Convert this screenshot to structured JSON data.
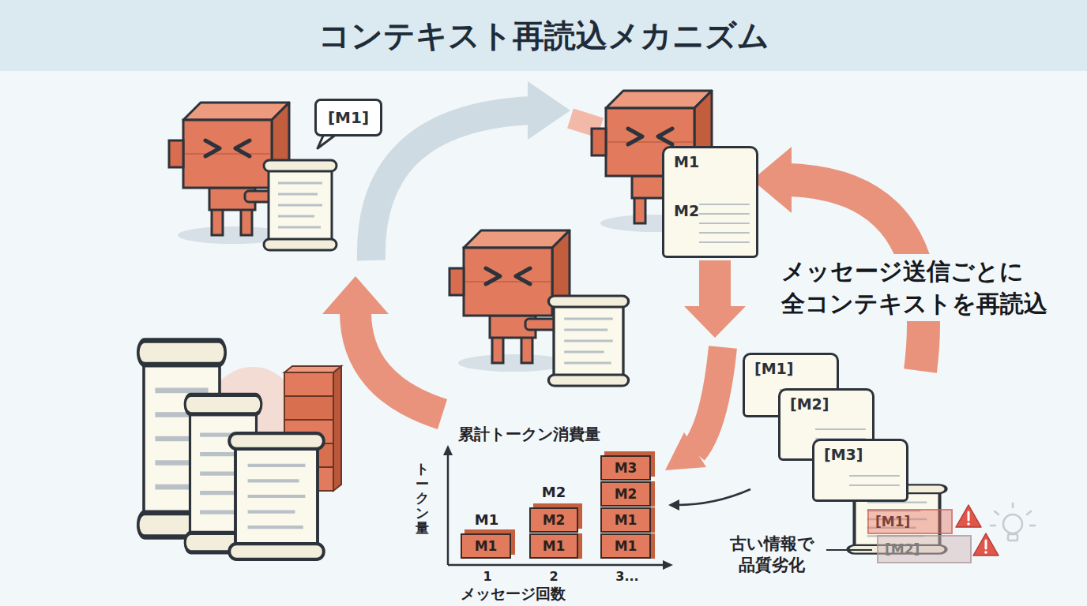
{
  "diagram": {
    "title": "コンテキスト再読込メカニズム",
    "nodes": [
      {
        "text": [
          "[M1]"
        ]
      },
      {
        "text": [
          "M1",
          "M2"
        ]
      },
      {
        "text": [
          "[M1]"
        ]
      },
      {
        "text": [
          "[M2]"
        ]
      },
      {
        "text": [
          "[M3]"
        ]
      },
      {
        "text": [
          "[M1]"
        ]
      },
      {
        "text": [
          "[M2]"
        ]
      },
      {
        "text": [
          "M1"
        ]
      },
      {
        "text": [
          "M2"
        ]
      },
      {
        "text": [
          "M1"
        ]
      },
      {
        "text": [
          "M3"
        ]
      },
      {
        "text": [
          "M2"
        ]
      },
      {
        "text": [
          "M1"
        ]
      },
      {
        "text": [
          "M1"
        ]
      }
    ],
    "labels": [
      "メッセージ送信ごとに 全コンテキストを再読込",
      "累計トークン消費量",
      "トークン量",
      "M1",
      "M2",
      "1",
      "2",
      "3...",
      "メッセージ回数",
      "古い情報で 品質劣化"
    ]
  }
}
